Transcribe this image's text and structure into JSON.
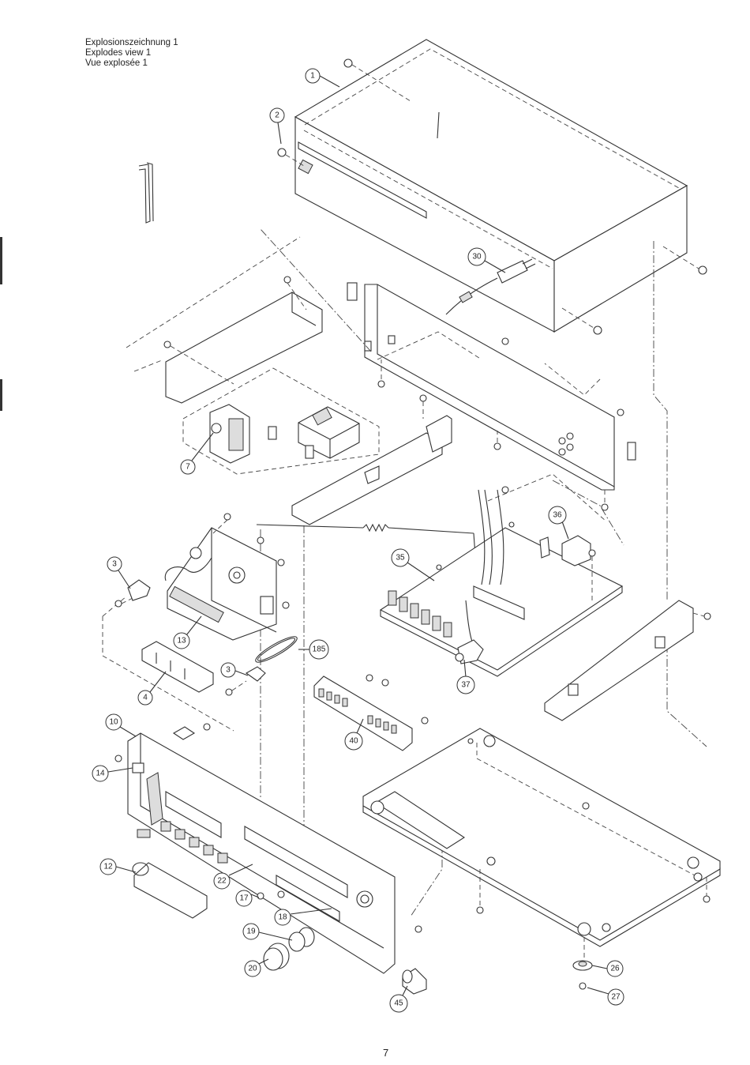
{
  "titles": {
    "de": "Explosionszeichnung 1",
    "en": "Explodes view 1",
    "fr": "Vue explosée 1"
  },
  "page_number": "7",
  "callouts": [
    {
      "id": "c1",
      "label": "1"
    },
    {
      "id": "c2",
      "label": "2"
    },
    {
      "id": "c30",
      "label": "30"
    },
    {
      "id": "c7",
      "label": "7"
    },
    {
      "id": "c3a",
      "label": "3"
    },
    {
      "id": "c35",
      "label": "35"
    },
    {
      "id": "c36",
      "label": "36"
    },
    {
      "id": "c13",
      "label": "13"
    },
    {
      "id": "c185",
      "label": "185"
    },
    {
      "id": "c3b",
      "label": "3"
    },
    {
      "id": "c4",
      "label": "4"
    },
    {
      "id": "c37",
      "label": "37"
    },
    {
      "id": "c40",
      "label": "40"
    },
    {
      "id": "c10",
      "label": "10"
    },
    {
      "id": "c14",
      "label": "14"
    },
    {
      "id": "c12",
      "label": "12"
    },
    {
      "id": "c22",
      "label": "22"
    },
    {
      "id": "c17",
      "label": "17"
    },
    {
      "id": "c18",
      "label": "18"
    },
    {
      "id": "c19",
      "label": "19"
    },
    {
      "id": "c20",
      "label": "20"
    },
    {
      "id": "c45",
      "label": "45"
    },
    {
      "id": "c26",
      "label": "26"
    },
    {
      "id": "c27",
      "label": "27"
    }
  ]
}
